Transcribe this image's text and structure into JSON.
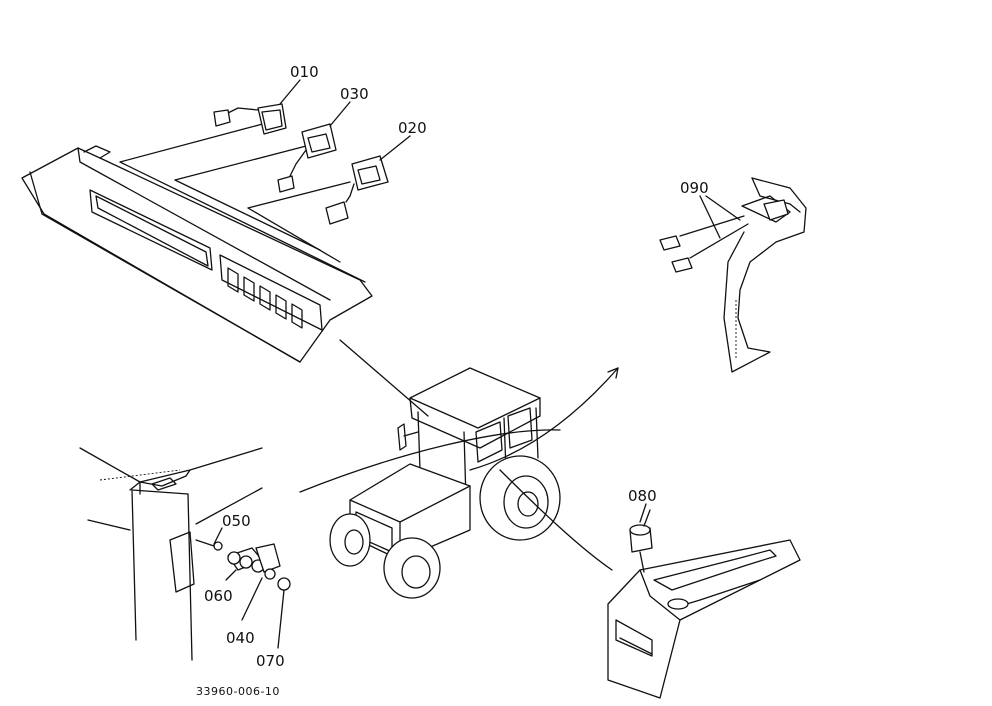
{
  "parts": {
    "p010": "010",
    "p030": "030",
    "p020": "020",
    "p090": "090",
    "p050": "050",
    "p060": "060",
    "p040": "040",
    "p070": "070",
    "p080": "080"
  },
  "drawing_number": "33960-006-10"
}
